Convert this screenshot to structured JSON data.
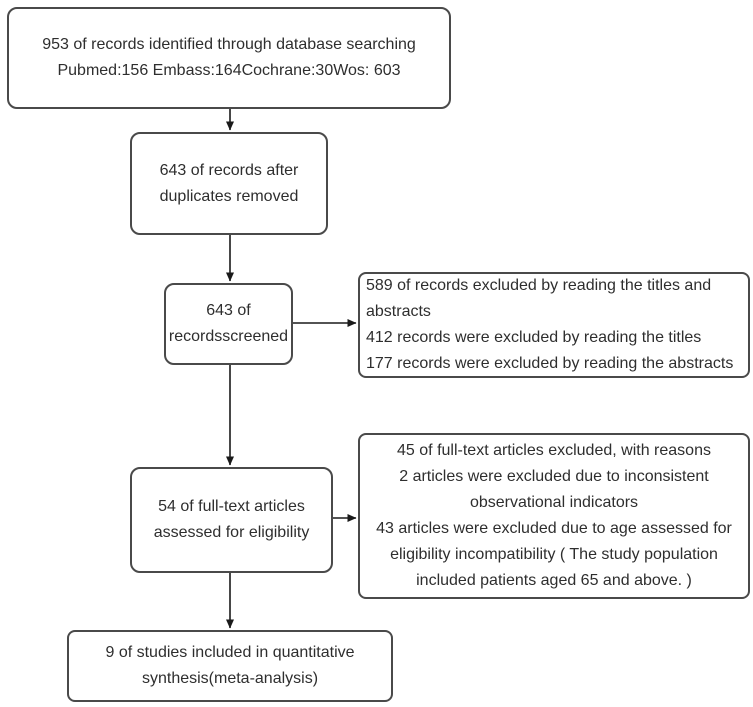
{
  "figure": {
    "kind": "study-selection-flow-diagram"
  },
  "boxes": {
    "identified": {
      "lines": [
        "953 of records identified through database searching",
        "Pubmed:156 Embass:164Cochrane:30Wos: 603"
      ]
    },
    "deduplicated": {
      "lines": [
        "643 of records after",
        "duplicates removed"
      ]
    },
    "screened": {
      "lines": [
        "643 of",
        "recordsscreened"
      ]
    },
    "excluded_screening": {
      "lines": [
        "589 of records excluded by reading the titles and abstracts",
        "412 records were excluded by reading the titles",
        "177 records were excluded by reading the abstracts"
      ]
    },
    "fulltext_assessed": {
      "lines": [
        "54 of full-text articles",
        "assessed for eligibility"
      ]
    },
    "excluded_fulltext": {
      "lines": [
        "45 of full-text articles excluded, with reasons",
        "2 articles were excluded due to inconsistent observational indicators",
        "43 articles were excluded due to age assessed for eligibility incompatibility ( The study population included patients aged 65 and above. )"
      ]
    },
    "included": {
      "lines": [
        "9 of studies included in quantitative",
        "synthesis(meta-analysis)"
      ]
    }
  },
  "colors": {
    "border": "#4a4a4a",
    "text": "#2e2e2e",
    "arrow": "#1a1a1a",
    "background": "#ffffff"
  }
}
